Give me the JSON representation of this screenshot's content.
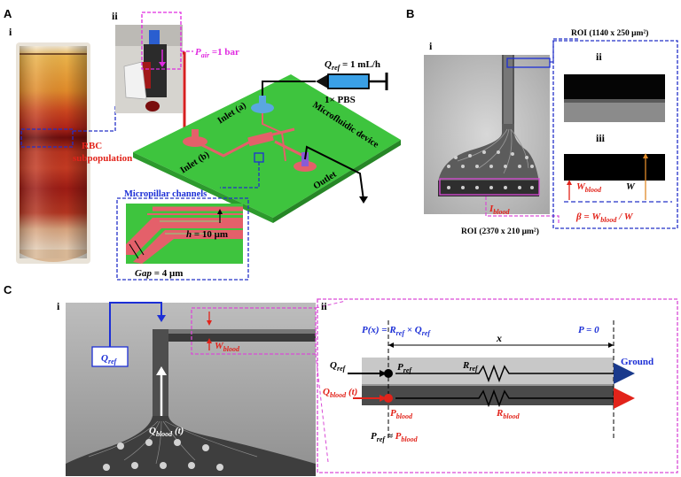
{
  "panels": {
    "A": "A",
    "B": "B",
    "C": "C",
    "A_i": "i",
    "A_ii": "ii",
    "B_i": "i",
    "B_ii": "ii",
    "B_iii": "iii",
    "C_i": "i",
    "C_ii": "ii"
  },
  "panelA": {
    "rbc_line1": "RBC",
    "rbc_line2": "subpopulation",
    "pair_label": "P",
    "pair_sub": "air",
    "pair_value": " =1 bar",
    "qref_label": "Q",
    "qref_sub": "ref",
    "qref_value": " = 1 mL/h",
    "pbs": "1× PBS",
    "inlet_a": "Inlet (a)",
    "inlet_b": "Inlet (b)",
    "outlet": "Outlet",
    "device": "Microfluidic device",
    "micropillar": "Micropillar channels",
    "height_label": "h",
    "height_value": " = 10 μm",
    "gap_label": "Gap",
    "gap_value": " = 4 μm"
  },
  "panelB": {
    "roi_top": "ROI (1140 x 250 μm²)",
    "roi_bottom": "ROI (2370 x 210 μm²)",
    "iblood_label": "I",
    "iblood_sub": "blood",
    "wblood_label": "W",
    "wblood_sub": "blood",
    "w_label": "W",
    "beta_eq": "β = W",
    "beta_sub": "blood",
    "beta_tail": " / W"
  },
  "panelC": {
    "qref_label": "Q",
    "qref_sub": "ref",
    "wblood_label": "W",
    "wblood_sub": "blood",
    "qblood_label": "Q",
    "qblood_sub": "blood",
    "qblood_tail": " (t)",
    "eq_px": "P(x) = R",
    "eq_sub1": "ref",
    "eq_mid": " × Q",
    "eq_sub2": "ref",
    "x_label": "x",
    "p_zero": "P = 0",
    "ground": "Ground",
    "qref2_label": "Q",
    "qref2_sub": "ref",
    "pref_label": "P",
    "pref_sub": "ref",
    "rref_label": "R",
    "rref_sub": "ref",
    "qblood2_label": "Q",
    "qblood2_sub": "blood",
    "qblood2_tail": " (t)",
    "pblood_label": "P",
    "pblood_sub": "blood",
    "rblood_label": "R",
    "rblood_sub": "blood",
    "approx_a": "P",
    "approx_sub1": "ref",
    "approx_mid": " ≈ ",
    "approx_b": "P",
    "approx_sub2": "blood"
  },
  "colors": {
    "device_green": "#3ec43e",
    "channel_red": "#e4606a",
    "inlet_blue": "#5aa7e0",
    "label_red": "#e2231a",
    "label_blue": "#1c2fd6",
    "label_magenta": "#e02ae0",
    "box_blue": "#2330c8",
    "box_magenta": "#d94ad6"
  }
}
